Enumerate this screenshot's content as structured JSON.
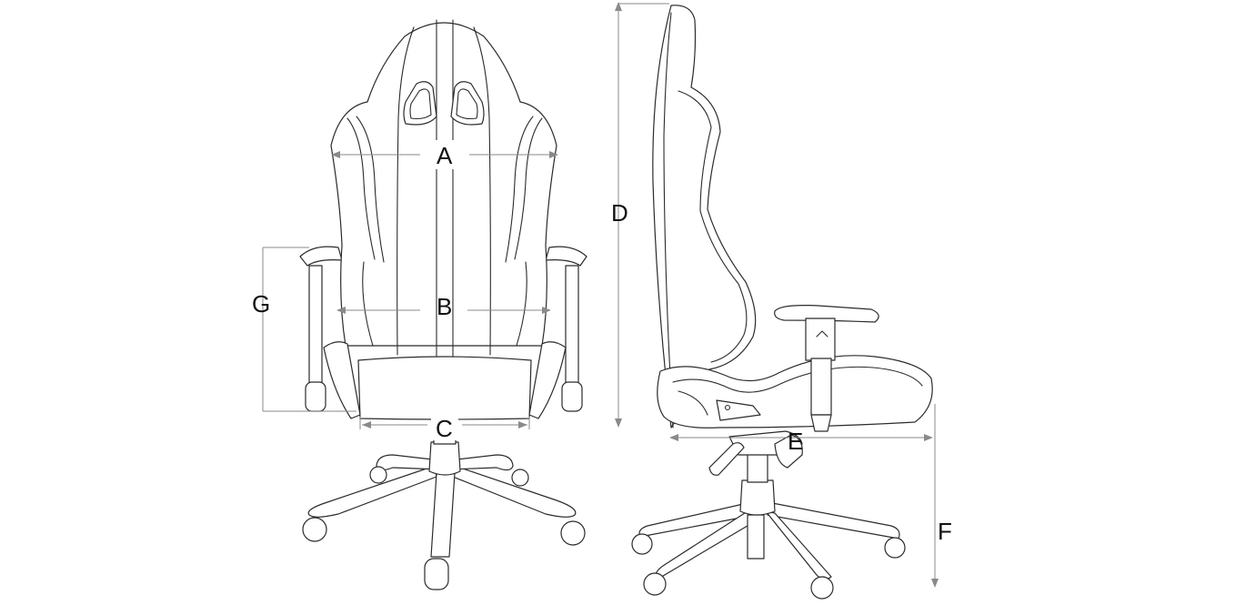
{
  "diagram": {
    "labels": {
      "A": "A",
      "B": "B",
      "C": "C",
      "D": "D",
      "E": "E",
      "F": "F",
      "G": "G"
    },
    "colors": {
      "outline": "#2b2b2b",
      "dimension": "#8a8a8a",
      "label": "#111111",
      "background": "#ffffff"
    }
  }
}
